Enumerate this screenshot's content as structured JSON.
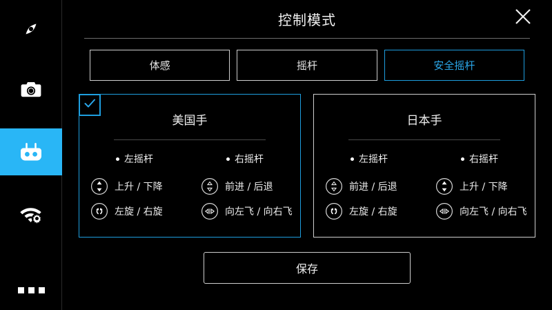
{
  "colors": {
    "accent": "#29B6F6",
    "accent_border": "#1E9FE0",
    "background": "#000000",
    "border": "#cfcfcf",
    "text": "#ededed"
  },
  "sidebar": {
    "items": [
      {
        "id": "navigation",
        "icon": "compass-icon",
        "active": false
      },
      {
        "id": "camera",
        "icon": "camera-icon",
        "active": false
      },
      {
        "id": "remote-controller",
        "icon": "remote-controller-icon",
        "active": true
      },
      {
        "id": "wifi-settings",
        "icon": "wifi-gear-icon",
        "active": false
      },
      {
        "id": "more",
        "icon": "more-dots-icon",
        "active": false
      }
    ]
  },
  "header": {
    "title": "控制模式",
    "close_label": "×",
    "close_icon": "close-icon"
  },
  "tabs": [
    {
      "id": "motion",
      "label": "体感",
      "selected": false
    },
    {
      "id": "joystick",
      "label": "摇杆",
      "selected": false
    },
    {
      "id": "safe-joystick",
      "label": "安全摇杆",
      "selected": true
    }
  ],
  "cards": [
    {
      "id": "mode-american",
      "title": "美国手",
      "selected": true,
      "check_icon": "check-icon",
      "sticks": [
        {
          "head": "左摇杆",
          "bullet": "●"
        },
        {
          "head": "右摇杆",
          "bullet": "●"
        }
      ],
      "axes": {
        "left": [
          {
            "icon": "updown-solid-icon",
            "label": "上升 / 下降"
          },
          {
            "icon": "rotate-icon",
            "label": "左旋 / 右旋"
          }
        ],
        "right": [
          {
            "icon": "updown-outline-icon",
            "label": "前进 / 后退"
          },
          {
            "icon": "leftright-icon",
            "label": "向左飞 / 向右飞"
          }
        ]
      }
    },
    {
      "id": "mode-japanese",
      "title": "日本手",
      "selected": false,
      "check_icon": "check-icon",
      "sticks": [
        {
          "head": "左摇杆",
          "bullet": "●"
        },
        {
          "head": "右摇杆",
          "bullet": "●"
        }
      ],
      "axes": {
        "left": [
          {
            "icon": "updown-outline-icon",
            "label": "前进 / 后退"
          },
          {
            "icon": "rotate-icon",
            "label": "左旋 / 右旋"
          }
        ],
        "right": [
          {
            "icon": "updown-solid-icon",
            "label": "上升 / 下降"
          },
          {
            "icon": "leftright-icon",
            "label": "向左飞 / 向右飞"
          }
        ]
      }
    }
  ],
  "save": {
    "label": "保存"
  }
}
